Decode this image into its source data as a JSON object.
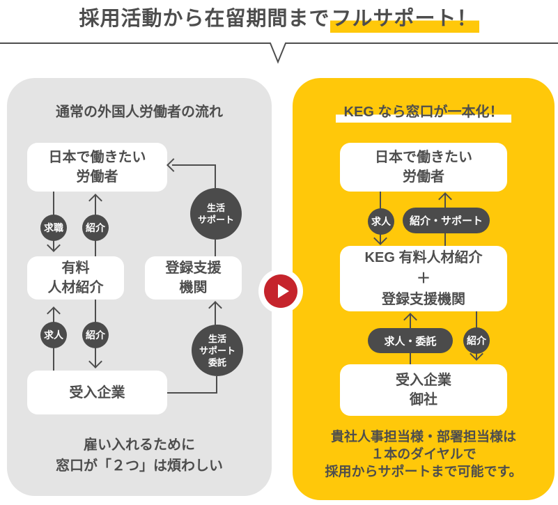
{
  "title": {
    "text": "採用活動から在留期間まで",
    "highlight": "フルサポート！"
  },
  "left_panel": {
    "heading": "通常の外国人労働者の流れ",
    "worker_box": [
      "日本で働きたい",
      "労働者"
    ],
    "agency_box": [
      "有料",
      "人材紹介"
    ],
    "support_box": [
      "登録支援",
      "機関"
    ],
    "company_box": [
      "受入企業"
    ],
    "label_job_seeking": "求職",
    "label_intro_upper": "紹介",
    "label_job_offer": "求人",
    "label_intro_lower": "紹介",
    "label_life_support": [
      "生活",
      "サポート"
    ],
    "label_life_support_outsourcing": [
      "生活",
      "サポート",
      "委託"
    ],
    "note": [
      "雇い入れるために",
      "窓口が「２つ」は煩わしい"
    ]
  },
  "right_panel": {
    "heading": "KEG なら窓口が一本化！",
    "worker_box": [
      "日本で働きたい",
      "労働者"
    ],
    "keg_box": [
      "KEG 有料人材紹介",
      "＋",
      "登録支援機関"
    ],
    "company_box": [
      "受入企業",
      "御社"
    ],
    "label_job_offer": "求人",
    "label_intro_support": "紹介・サポート",
    "label_offer_outsourcing": "求人・委託",
    "label_intro": "紹介",
    "note": [
      "貴社人事担当様・部署担当様は",
      "１本のダイヤルで",
      "採用からサポートまで可能です。"
    ]
  },
  "colors": {
    "accent_yellow": "#ffc80a",
    "panel_gray": "#e4e4e4",
    "text_dark": "#4d4d4d",
    "badge_dark": "#4b4b4b",
    "arrow_red": "#c5242c"
  }
}
